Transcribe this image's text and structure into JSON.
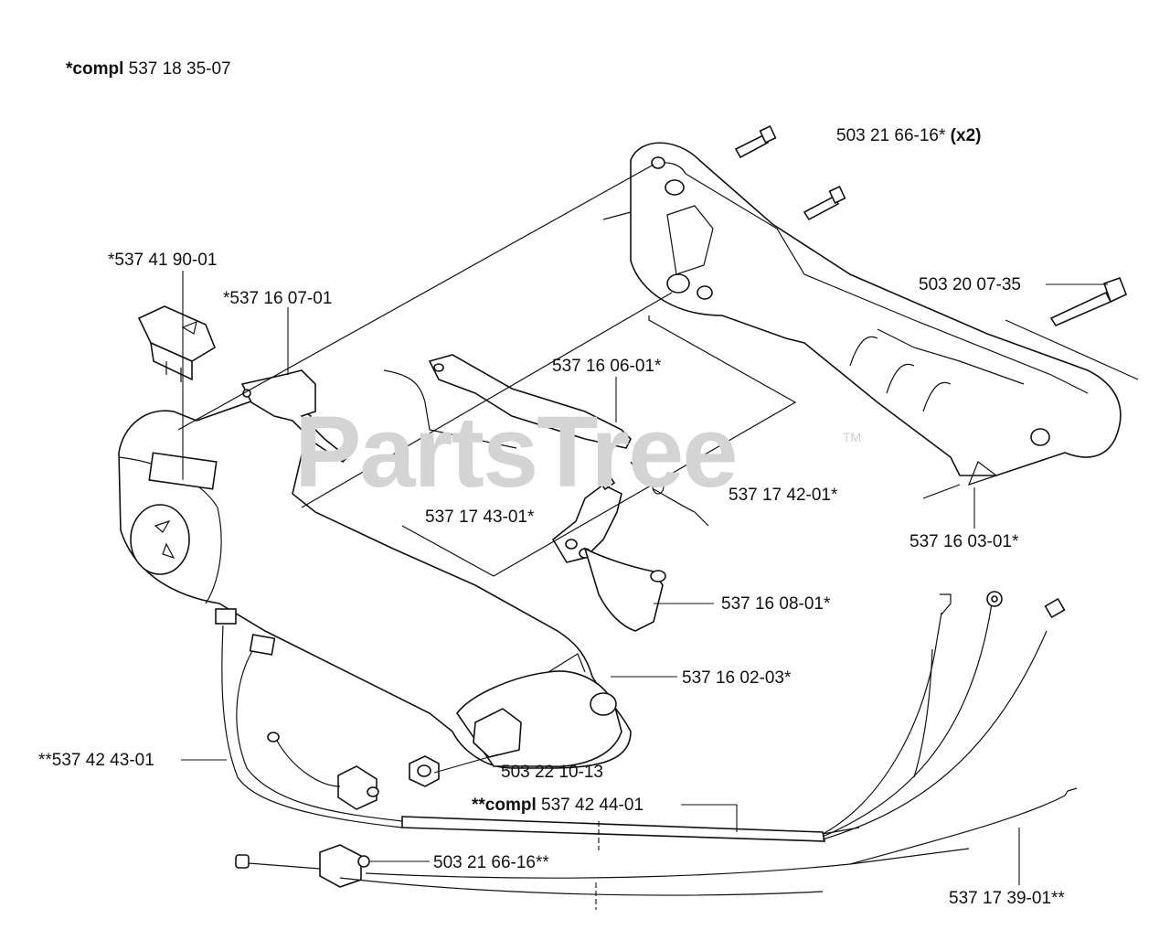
{
  "header": {
    "prefix": "*compl",
    "number": "537 18 35-07"
  },
  "watermark": {
    "text": "PartsTree",
    "trademark": "TM"
  },
  "labels": {
    "screw_top_number": "503 21 66-16*",
    "screw_top_qty": "(x2)",
    "switch": "*537 41 90-01",
    "throttle_lockout": "*537 16 07-01",
    "bolt": "503 20 07-35",
    "trigger_lever": "537 16 06-01*",
    "lever_part": "537 17 42-01*",
    "throttle_block": "537 17 43-01*",
    "housing_right": "537 16 03-01*",
    "trigger": "537 16 08-01*",
    "housing_main": "537 16 02-03*",
    "harness_left": "**537 42 43-01",
    "nut": "503 22 10-13",
    "harness_compl_prefix": "**compl",
    "harness_compl_number": "537 42 44-01",
    "screw_bottom": "503 21 66-16**",
    "cable": "537 17 39-01**"
  },
  "colors": {
    "line": "#111111",
    "watermark": "#d4d4d4",
    "background": "#ffffff"
  }
}
